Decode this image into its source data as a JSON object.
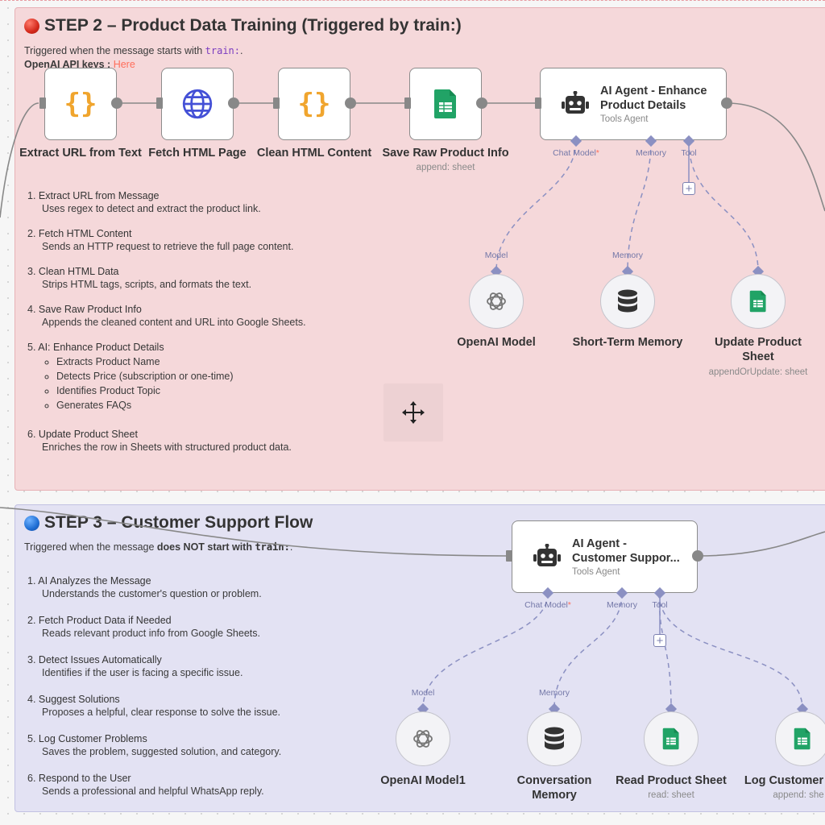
{
  "step2": {
    "title": "STEP 2 – Product Data Training (Triggered by train:)",
    "trigger_prefix": "Triggered when the message starts with ",
    "trigger_code": "train:",
    "trigger_suffix": ".",
    "keys_label": "OpenAI API keys : ",
    "keys_link": "Here",
    "steps": [
      {
        "num": "1.",
        "title": "Extract URL from Message",
        "desc": "Uses regex to detect and extract the product link."
      },
      {
        "num": "2.",
        "title": "Fetch HTML Content",
        "desc": "Sends an HTTP request to retrieve the full page content."
      },
      {
        "num": "3.",
        "title": "Clean HTML Data",
        "desc": "Strips HTML tags, scripts, and formats the text."
      },
      {
        "num": "4.",
        "title": "Save Raw Product Info",
        "desc": "Appends the cleaned content and URL into Google Sheets."
      },
      {
        "num": "5.",
        "title": "AI: Enhance Product Details",
        "bullets": [
          "Extracts Product Name",
          "Detects Price (subscription or one-time)",
          "Identifies Product Topic",
          "Generates FAQs"
        ]
      },
      {
        "num": "6.",
        "title": "Update Product Sheet",
        "desc": "Enriches the row in Sheets with structured product data."
      }
    ],
    "nodes": {
      "extract": {
        "label": "Extract URL from Text",
        "icon": "code-braces-icon"
      },
      "fetch": {
        "label": "Fetch HTML Page",
        "icon": "globe-icon"
      },
      "clean": {
        "label": "Clean HTML Content",
        "icon": "code-braces-icon"
      },
      "save": {
        "label": "Save Raw Product Info",
        "sub": "append: sheet",
        "icon": "google-sheets-icon"
      },
      "agent": {
        "title_line1": "AI Agent - Enhance",
        "title_line2": "Product Details",
        "sub": "Tools Agent",
        "icon": "robot-icon"
      },
      "openai": {
        "label": "OpenAI Model",
        "icon": "openai-icon"
      },
      "memory": {
        "label": "Short-Term Memory",
        "icon": "database-icon"
      },
      "update": {
        "label_line1": "Update Product",
        "label_line2": "Sheet",
        "sub": "appendOrUpdate: sheet",
        "icon": "google-sheets-icon"
      }
    },
    "ports": {
      "chat_model": "Chat Model",
      "memory": "Memory",
      "tool": "Tool",
      "model": "Model",
      "memory_in": "Memory"
    }
  },
  "step3": {
    "title": "STEP 3 – Customer Support Flow",
    "trigger_prefix": "Triggered when the message ",
    "trigger_bold": "does NOT start with ",
    "trigger_code": "train:",
    "trigger_suffix": ".",
    "steps": [
      {
        "num": "1.",
        "title": "AI Analyzes the Message",
        "desc": "Understands the customer's question or problem."
      },
      {
        "num": "2.",
        "title": "Fetch Product Data if Needed",
        "desc": "Reads relevant product info from Google Sheets."
      },
      {
        "num": "3.",
        "title": "Detect Issues Automatically",
        "desc": "Identifies if the user is facing a specific issue."
      },
      {
        "num": "4.",
        "title": "Suggest Solutions",
        "desc": "Proposes a helpful, clear response to solve the issue."
      },
      {
        "num": "5.",
        "title": "Log Customer Problems",
        "desc": "Saves the problem, suggested solution, and category."
      },
      {
        "num": "6.",
        "title": "Respond to the User",
        "desc": "Sends a professional and helpful WhatsApp reply."
      }
    ],
    "nodes": {
      "agent": {
        "title_line1": "AI Agent -",
        "title_line2": "Customer Suppor...",
        "sub": "Tools Agent",
        "icon": "robot-icon"
      },
      "openai": {
        "label": "OpenAI Model1",
        "icon": "openai-icon"
      },
      "memory": {
        "label_line1": "Conversation",
        "label_line2": "Memory",
        "icon": "database-icon"
      },
      "read": {
        "label": "Read Product Sheet",
        "sub": "read: sheet",
        "icon": "google-sheets-icon"
      },
      "log": {
        "label": "Log Customer",
        "sub": "append: she",
        "icon": "google-sheets-icon"
      }
    },
    "ports": {
      "chat_model": "Chat Model",
      "memory": "Memory",
      "tool": "Tool",
      "model": "Model",
      "memory_in": "Memory"
    }
  },
  "colors": {
    "step2_bg": "#f5d8da",
    "step3_bg": "#e3e2f3",
    "connection": "#888888",
    "sub_connection": "#8b90c2",
    "required": "#ff6d5a",
    "code": "#7a3cc0"
  },
  "canvas": {
    "move_icon": "move-icon"
  }
}
